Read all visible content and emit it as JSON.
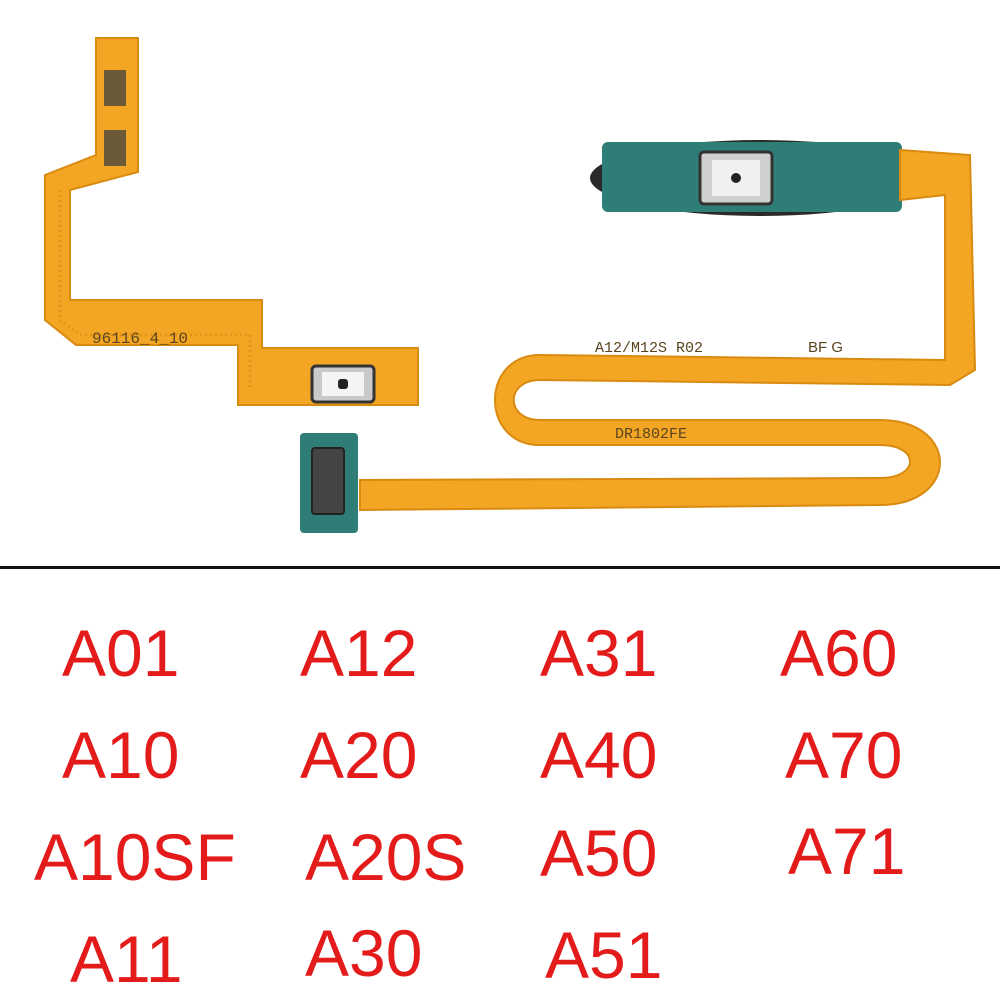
{
  "photo": {
    "left_cable_print": "96116_4_10",
    "right_cable_print_1": "A12/M12S  R02",
    "right_cable_print_2": "DR1802FE",
    "right_cable_marks": "BF G"
  },
  "colors": {
    "label_red": "#e41b1b",
    "flex_orange": "#f2a623",
    "pcb_green": "#2f7d77"
  },
  "models": {
    "col1": [
      "A01",
      "A10",
      "A10SF",
      "A11"
    ],
    "col2": [
      "A12",
      "A20",
      "A20S",
      "A30"
    ],
    "col3": [
      "A31",
      "A40",
      "A50",
      "A51"
    ],
    "col4": [
      "A60",
      "A70",
      "A71"
    ]
  }
}
